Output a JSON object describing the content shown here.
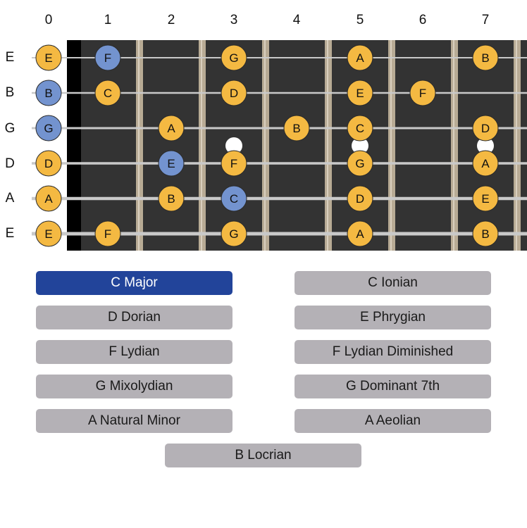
{
  "fret_numbers": [
    "0",
    "1",
    "2",
    "3",
    "4",
    "5",
    "6",
    "7"
  ],
  "string_names": [
    "E",
    "B",
    "G",
    "D",
    "A",
    "E"
  ],
  "colors": {
    "board": "#333333",
    "nut": "#000000",
    "fret_wire": "#b8ab95",
    "string": "#c9c9c9",
    "note_scale": "#f4b942",
    "note_highlight": "#7393cf",
    "inlay": "#ffffff",
    "button": "#b4b1b6",
    "button_selected": "#22449a"
  },
  "notes": [
    {
      "string": 0,
      "fret": 0,
      "label": "E",
      "highlight": false
    },
    {
      "string": 0,
      "fret": 1,
      "label": "F",
      "highlight": true
    },
    {
      "string": 0,
      "fret": 3,
      "label": "G",
      "highlight": false
    },
    {
      "string": 0,
      "fret": 5,
      "label": "A",
      "highlight": false
    },
    {
      "string": 0,
      "fret": 7,
      "label": "B",
      "highlight": false
    },
    {
      "string": 1,
      "fret": 0,
      "label": "B",
      "highlight": true
    },
    {
      "string": 1,
      "fret": 1,
      "label": "C",
      "highlight": false
    },
    {
      "string": 1,
      "fret": 3,
      "label": "D",
      "highlight": false
    },
    {
      "string": 1,
      "fret": 5,
      "label": "E",
      "highlight": false
    },
    {
      "string": 1,
      "fret": 6,
      "label": "F",
      "highlight": false
    },
    {
      "string": 2,
      "fret": 0,
      "label": "G",
      "highlight": true
    },
    {
      "string": 2,
      "fret": 2,
      "label": "A",
      "highlight": false
    },
    {
      "string": 2,
      "fret": 4,
      "label": "B",
      "highlight": false
    },
    {
      "string": 2,
      "fret": 5,
      "label": "C",
      "highlight": false
    },
    {
      "string": 2,
      "fret": 7,
      "label": "D",
      "highlight": false
    },
    {
      "string": 3,
      "fret": 0,
      "label": "D",
      "highlight": false
    },
    {
      "string": 3,
      "fret": 2,
      "label": "E",
      "highlight": true
    },
    {
      "string": 3,
      "fret": 3,
      "label": "F",
      "highlight": false
    },
    {
      "string": 3,
      "fret": 5,
      "label": "G",
      "highlight": false
    },
    {
      "string": 3,
      "fret": 7,
      "label": "A",
      "highlight": false
    },
    {
      "string": 4,
      "fret": 0,
      "label": "A",
      "highlight": false
    },
    {
      "string": 4,
      "fret": 2,
      "label": "B",
      "highlight": false
    },
    {
      "string": 4,
      "fret": 3,
      "label": "C",
      "highlight": true
    },
    {
      "string": 4,
      "fret": 5,
      "label": "D",
      "highlight": false
    },
    {
      "string": 4,
      "fret": 7,
      "label": "E",
      "highlight": false
    },
    {
      "string": 5,
      "fret": 0,
      "label": "E",
      "highlight": false
    },
    {
      "string": 5,
      "fret": 1,
      "label": "F",
      "highlight": false
    },
    {
      "string": 5,
      "fret": 3,
      "label": "G",
      "highlight": false
    },
    {
      "string": 5,
      "fret": 5,
      "label": "A",
      "highlight": false
    },
    {
      "string": 5,
      "fret": 7,
      "label": "B",
      "highlight": false
    }
  ],
  "inlay_frets": [
    3,
    5,
    7
  ],
  "scales": [
    {
      "label": "C Major",
      "selected": true
    },
    {
      "label": "C Ionian",
      "selected": false
    },
    {
      "label": "D Dorian",
      "selected": false
    },
    {
      "label": "E Phrygian",
      "selected": false
    },
    {
      "label": "F Lydian",
      "selected": false
    },
    {
      "label": "F Lydian Diminished",
      "selected": false
    },
    {
      "label": "G Mixolydian",
      "selected": false
    },
    {
      "label": "G Dominant 7th",
      "selected": false
    },
    {
      "label": "A Natural Minor",
      "selected": false
    },
    {
      "label": "A Aeolian",
      "selected": false
    },
    {
      "label": "B Locrian",
      "selected": false
    }
  ]
}
